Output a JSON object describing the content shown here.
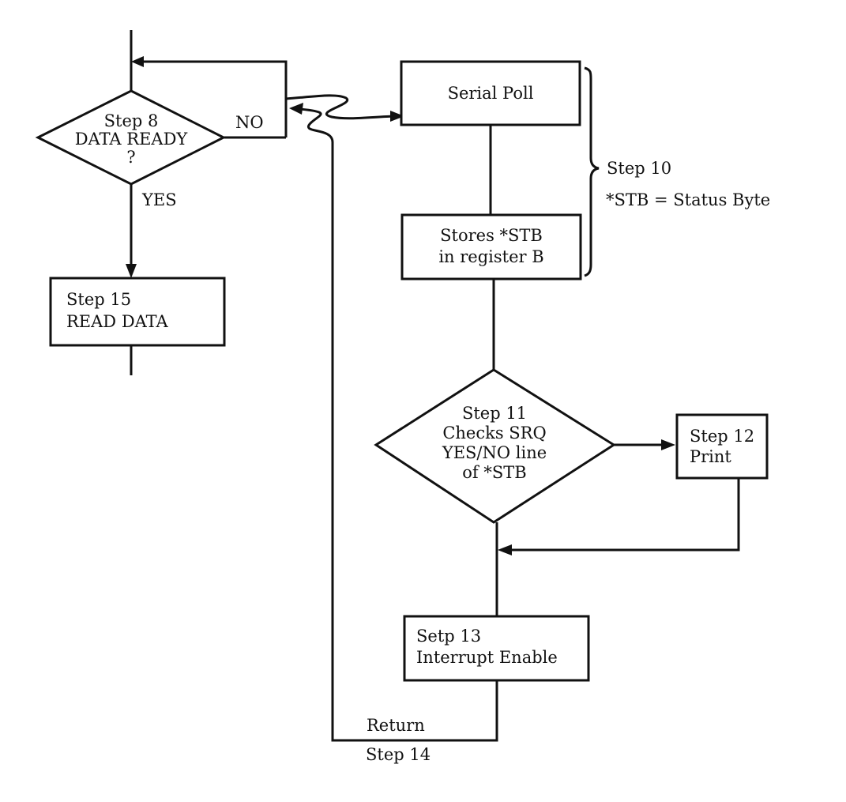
{
  "diagram": {
    "type": "flowchart",
    "nodes": {
      "step8": {
        "lines": [
          "Step 8",
          "DATA READY",
          "?"
        ],
        "shape": "decision"
      },
      "no_label": "NO",
      "yes_label": "YES",
      "step15": {
        "lines": [
          "Step 15",
          "READ DATA"
        ],
        "shape": "process"
      },
      "serial_poll": {
        "lines": [
          "Serial Poll"
        ],
        "shape": "process"
      },
      "stores_stb": {
        "lines": [
          "Stores *STB",
          "in register B"
        ],
        "shape": "process"
      },
      "step10": {
        "lines": [
          "Step 10",
          "*STB = Status Byte"
        ],
        "shape": "annotation"
      },
      "step11": {
        "lines": [
          "Step 11",
          "Checks SRQ",
          "YES/NO line",
          "of *STB"
        ],
        "shape": "decision"
      },
      "step12": {
        "lines": [
          "Step 12",
          "Print"
        ],
        "shape": "process"
      },
      "step13": {
        "lines": [
          "Setp 13",
          "Interrupt Enable"
        ],
        "shape": "process"
      },
      "return": {
        "lines": [
          "Return",
          "Step 14"
        ],
        "shape": "label"
      }
    },
    "edges": [
      {
        "from": "step8",
        "to": "step15",
        "label": "YES"
      },
      {
        "from": "step8",
        "to": "step8-entry",
        "label": "NO"
      },
      {
        "from": "interrupt",
        "to": "serial_poll",
        "label": ""
      },
      {
        "from": "serial_poll",
        "to": "stores_stb",
        "label": ""
      },
      {
        "from": "stores_stb",
        "to": "step11",
        "label": ""
      },
      {
        "from": "step11",
        "to": "step12",
        "label": ""
      },
      {
        "from": "step12",
        "to": "step13",
        "label": ""
      },
      {
        "from": "step11",
        "to": "step13",
        "label": ""
      },
      {
        "from": "step13",
        "to": "step8-loop",
        "label": "Return Step 14"
      }
    ]
  }
}
